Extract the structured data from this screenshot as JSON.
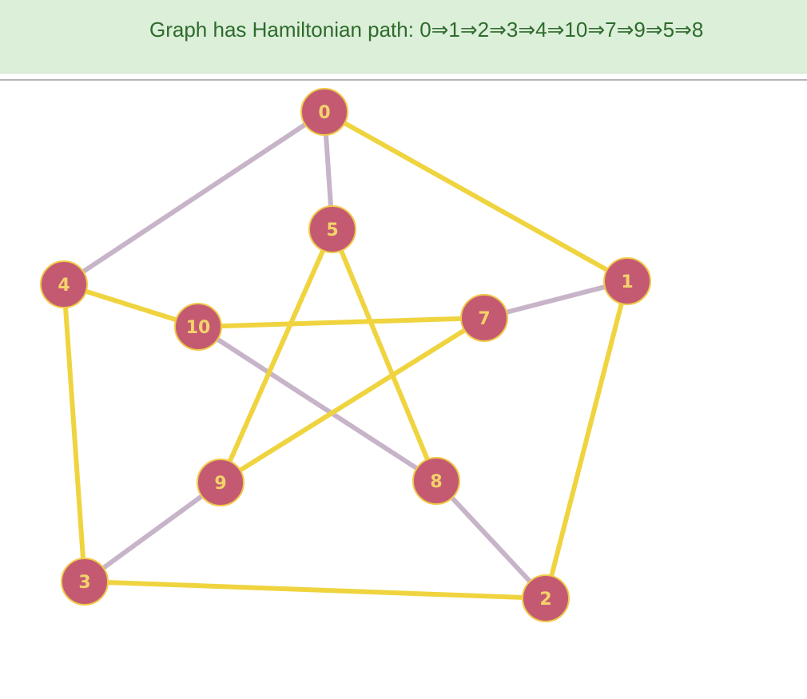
{
  "banner": {
    "text": "Graph has Hamiltonian path: 0⇒1⇒2⇒3⇒4⇒10⇒7⇒9⇒5⇒8",
    "bg_color": "#dcefd9",
    "text_color": "#2e6b2c"
  },
  "graph": {
    "node_fill": "#c45a72",
    "node_stroke": "#f0c94a",
    "label_color": "#f3d36a",
    "path_edge_color": "#efd43f",
    "other_edge_color": "#c7b4c8",
    "nodes": [
      {
        "id": "0",
        "label": "0"
      },
      {
        "id": "1",
        "label": "1"
      },
      {
        "id": "2",
        "label": "2"
      },
      {
        "id": "3",
        "label": "3"
      },
      {
        "id": "4",
        "label": "4"
      },
      {
        "id": "5",
        "label": "5"
      },
      {
        "id": "7",
        "label": "7"
      },
      {
        "id": "8",
        "label": "8"
      },
      {
        "id": "9",
        "label": "9"
      },
      {
        "id": "10",
        "label": "10"
      }
    ],
    "edges": [
      {
        "from": "0",
        "to": "4",
        "in_path": false
      },
      {
        "from": "0",
        "to": "5",
        "in_path": false
      },
      {
        "from": "7",
        "to": "1",
        "in_path": false
      },
      {
        "from": "10",
        "to": "8",
        "in_path": false
      },
      {
        "from": "9",
        "to": "3",
        "in_path": false
      },
      {
        "from": "8",
        "to": "2",
        "in_path": false
      },
      {
        "from": "0",
        "to": "1",
        "in_path": true
      },
      {
        "from": "1",
        "to": "2",
        "in_path": true
      },
      {
        "from": "2",
        "to": "3",
        "in_path": true
      },
      {
        "from": "3",
        "to": "4",
        "in_path": true
      },
      {
        "from": "4",
        "to": "10",
        "in_path": true
      },
      {
        "from": "10",
        "to": "7",
        "in_path": true
      },
      {
        "from": "7",
        "to": "9",
        "in_path": true
      },
      {
        "from": "9",
        "to": "5",
        "in_path": true
      },
      {
        "from": "5",
        "to": "8",
        "in_path": true
      }
    ]
  }
}
